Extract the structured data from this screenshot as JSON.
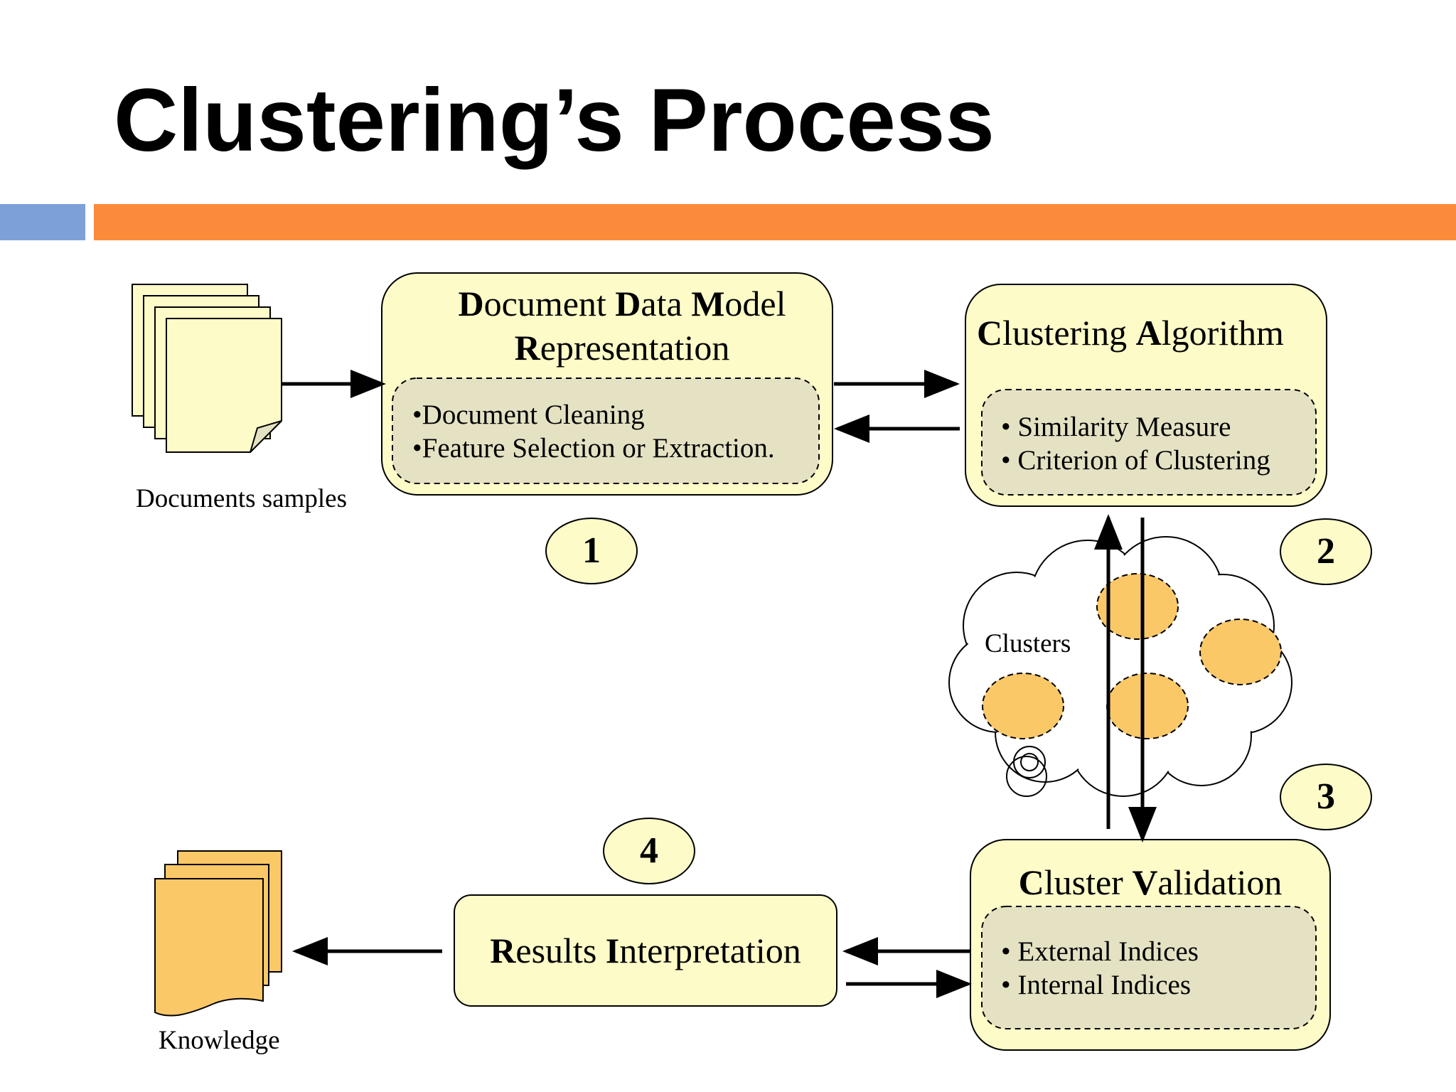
{
  "slide": {
    "title": "Clustering’s Process"
  },
  "inputs": {
    "documents_caption": "Documents samples",
    "knowledge_caption": "Knowledge"
  },
  "steps": {
    "one": {
      "number": "1",
      "title": [
        {
          "initial": "D",
          "rest": "ocument "
        },
        {
          "initial": "D",
          "rest": "ata "
        },
        {
          "initial": "M",
          "rest": "odel"
        },
        {
          "initial": "R",
          "rest": "epresentation"
        }
      ],
      "items": [
        "•Document Cleaning",
        "•Feature Selection or Extraction."
      ]
    },
    "two": {
      "number": "2",
      "title": [
        {
          "initial": "C",
          "rest": "lustering "
        },
        {
          "initial": "A",
          "rest": "lgorithm"
        }
      ],
      "items": [
        "• Similarity Measure",
        "• Criterion of Clustering"
      ]
    },
    "three": {
      "number": "3",
      "title": [
        {
          "initial": "C",
          "rest": "luster "
        },
        {
          "initial": "V",
          "rest": "alidation"
        }
      ],
      "items": [
        "• External Indices",
        "• Internal Indices"
      ]
    },
    "four": {
      "number": "4",
      "title": [
        {
          "initial": "R",
          "rest": "esults "
        },
        {
          "initial": "I",
          "rest": "nterpretation"
        }
      ]
    }
  },
  "clusters": {
    "label": "Clusters"
  },
  "colors": {
    "box_fill": "#fdfbc8",
    "inner_fill": "#e5e2c4",
    "cluster_fill": "#fbc868",
    "knowledge_fill": "#fbc868",
    "bar_blue": "#7da0d8",
    "bar_orange": "#fb8b3b"
  }
}
